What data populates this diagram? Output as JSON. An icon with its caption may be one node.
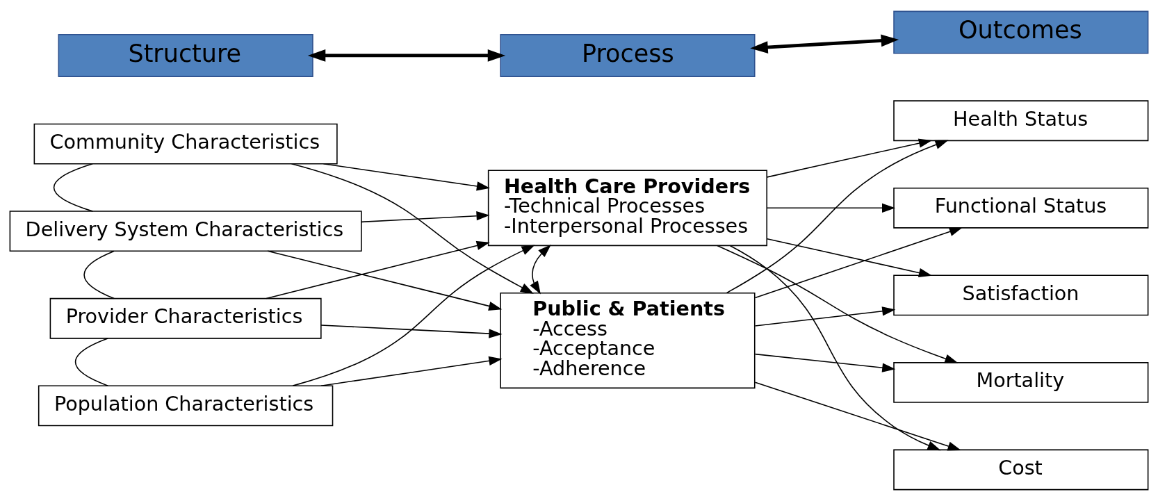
{
  "diagram": {
    "nodes": [
      {
        "text": [
          "Structure"
        ]
      },
      {
        "text": [
          "Process"
        ]
      },
      {
        "text": [
          "Outcomes"
        ]
      },
      {
        "text": [
          "Community Characteristics"
        ]
      },
      {
        "text": [
          "Delivery System Characteristics"
        ]
      },
      {
        "text": [
          "Provider Characteristics"
        ]
      },
      {
        "text": [
          "Population Characteristics"
        ]
      },
      {
        "text": [
          "Health Care Providers",
          "-Technical Processes",
          "-Interpersonal Processes"
        ]
      },
      {
        "text": [
          "Public & Patients",
          "-Access",
          "-Acceptance",
          "-Adherence"
        ]
      },
      {
        "text": [
          "Health Status"
        ]
      },
      {
        "text": [
          "Functional Status"
        ]
      },
      {
        "text": [
          "Satisfaction"
        ]
      },
      {
        "text": [
          "Mortality"
        ]
      },
      {
        "text": [
          "Cost"
        ]
      }
    ],
    "edges": [
      {
        "from": 0,
        "to": 1,
        "arrow": "both",
        "style": "thick"
      },
      {
        "from": 1,
        "to": 2,
        "arrow": "both",
        "style": "thick"
      },
      {
        "from": 3,
        "to": 4,
        "arrow": "none"
      },
      {
        "from": 4,
        "to": 5,
        "arrow": "none"
      },
      {
        "from": 5,
        "to": 6,
        "arrow": "none"
      },
      {
        "from": 3,
        "to": 7,
        "arrow": "to"
      },
      {
        "from": 3,
        "to": 8,
        "arrow": "to"
      },
      {
        "from": 4,
        "to": 7,
        "arrow": "to"
      },
      {
        "from": 4,
        "to": 8,
        "arrow": "to"
      },
      {
        "from": 5,
        "to": 7,
        "arrow": "to"
      },
      {
        "from": 5,
        "to": 8,
        "arrow": "to"
      },
      {
        "from": 6,
        "to": 7,
        "arrow": "to"
      },
      {
        "from": 6,
        "to": 8,
        "arrow": "to"
      },
      {
        "from": 7,
        "to": 8,
        "arrow": "both"
      },
      {
        "from": 7,
        "to": 9,
        "arrow": "to"
      },
      {
        "from": 7,
        "to": 10,
        "arrow": "to"
      },
      {
        "from": 7,
        "to": 11,
        "arrow": "to"
      },
      {
        "from": 7,
        "to": 12,
        "arrow": "to"
      },
      {
        "from": 7,
        "to": 13,
        "arrow": "to"
      },
      {
        "from": 8,
        "to": 9,
        "arrow": "to"
      },
      {
        "from": 8,
        "to": 10,
        "arrow": "to"
      },
      {
        "from": 8,
        "to": 11,
        "arrow": "to"
      },
      {
        "from": 8,
        "to": 12,
        "arrow": "to"
      },
      {
        "from": 8,
        "to": 13,
        "arrow": "to"
      }
    ]
  }
}
